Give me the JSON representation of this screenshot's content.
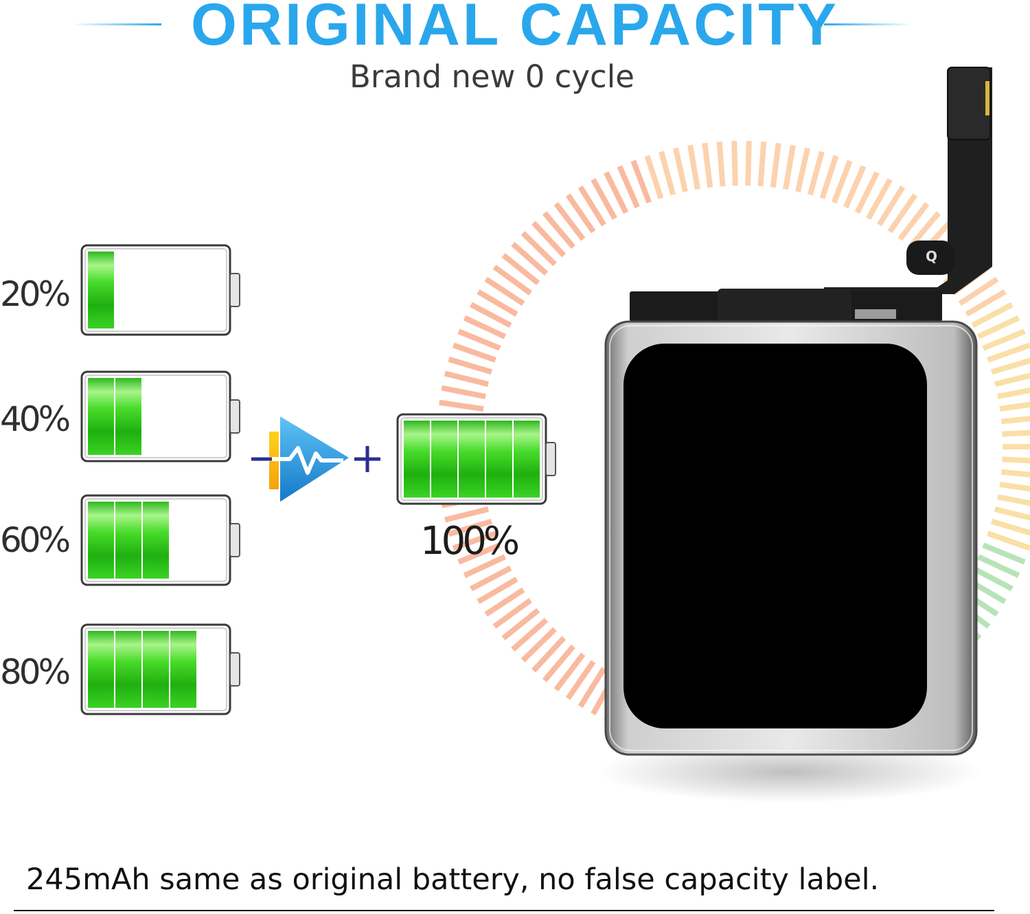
{
  "header": {
    "title": "ORIGINAL CAPACITY",
    "subtitle": "Brand new 0 cycle"
  },
  "charge_levels": [
    {
      "label": "20%",
      "level": 0.2
    },
    {
      "label": "40%",
      "level": 0.4
    },
    {
      "label": "60%",
      "level": 0.6
    },
    {
      "label": "80%",
      "level": 0.8
    }
  ],
  "full_battery": {
    "label": "100%",
    "level": 1.0
  },
  "footer": {
    "text": "245mAh same as original battery, no false capacity label."
  },
  "colors": {
    "accent_blue": "#2aa7ec",
    "battery_green": "#3fd626",
    "navy": "#2a2f8f"
  },
  "icons": {
    "arrow": "charge-arrow-icon",
    "plus": "plus-icon",
    "product": "watch-battery-image"
  }
}
